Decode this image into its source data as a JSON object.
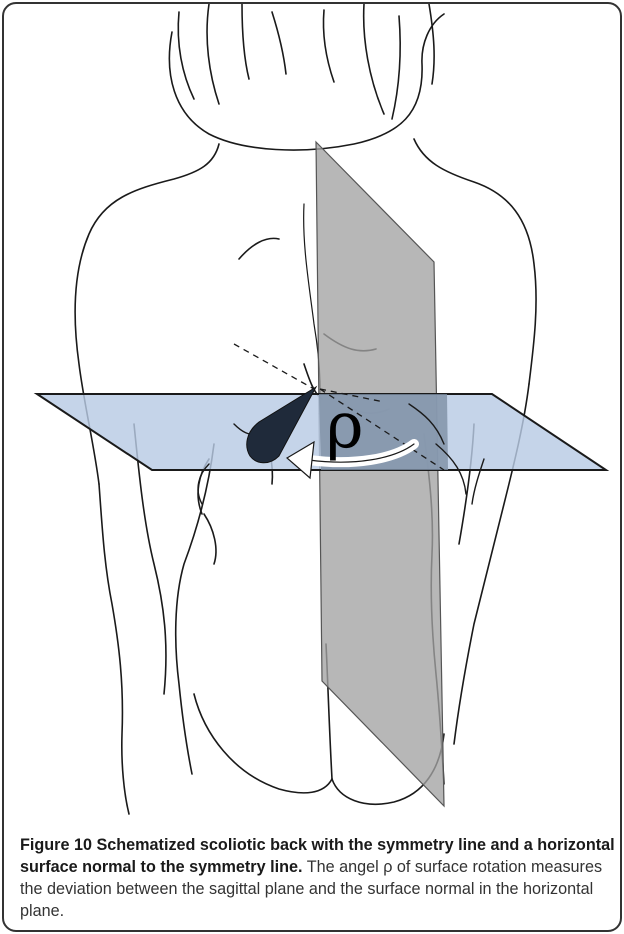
{
  "figure": {
    "label": "Figure 10",
    "title": "Schematized scoliotic back with the symmetry line and a horizontal surface normal to the symmetry line.",
    "description": "The angel ρ of surface rotation measures the deviation between the sagittal plane and the surface normal in the horizontal plane."
  },
  "illustration": {
    "rho_label": "ρ",
    "colors": {
      "horizontal_plane_fill": "#b8cbe4",
      "sagittal_plane_fill": "#a3a3a3",
      "overlap_fill": "#7d8ea4",
      "line_color": "#1a1a1a",
      "pointer_fill": "#1f2a3a"
    }
  }
}
